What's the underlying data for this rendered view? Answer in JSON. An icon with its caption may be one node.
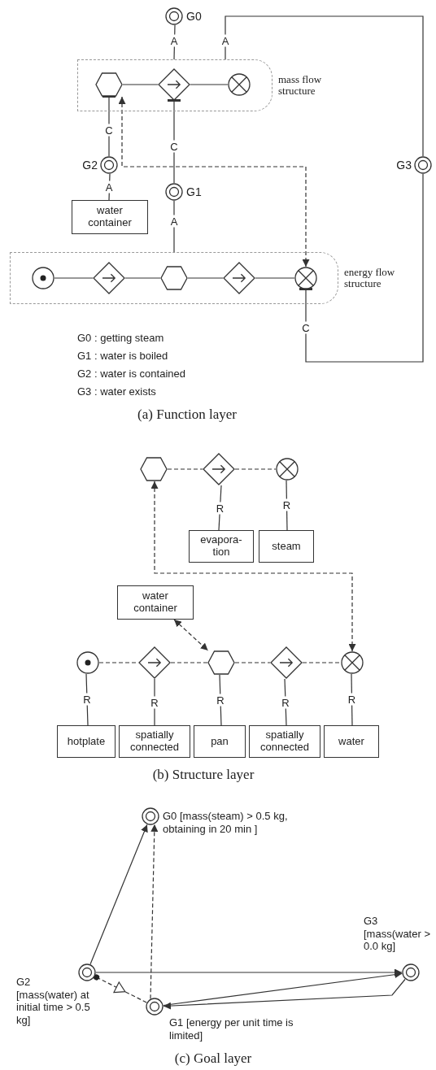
{
  "diagram": {
    "nodes": [
      {
        "text": [],
        "shape": "ring",
        "beside": [
          "G0"
        ]
      },
      {
        "text": [
          "mass flow structure"
        ]
      },
      {
        "text": [],
        "shape": "hexagon",
        "in": 1
      },
      {
        "text": [],
        "shape": "diamond",
        "in": 1
      },
      {
        "text": [],
        "shape": "cross-circle",
        "in": 1
      },
      {
        "text": [],
        "shape": "ring",
        "beside": [
          "G2"
        ]
      },
      {
        "text": [],
        "shape": "ring",
        "beside": [
          "G1"
        ]
      },
      {
        "text": [],
        "shape": "ring",
        "beside": [
          "G3"
        ]
      },
      {
        "text": [
          "water container"
        ]
      },
      {
        "text": [
          "energy flow structure"
        ]
      },
      {
        "text": [],
        "shape": "dot-circle",
        "in": 9
      },
      {
        "text": [],
        "shape": "diamond",
        "in": 9
      },
      {
        "text": [],
        "shape": "hexagon",
        "in": 9
      },
      {
        "text": [],
        "shape": "diamond",
        "in": 9
      },
      {
        "text": [],
        "shape": "cross-circle",
        "in": 9
      },
      {
        "text": [],
        "shape": "hexagon"
      },
      {
        "text": [],
        "shape": "diamond"
      },
      {
        "text": [],
        "shape": "cross-circle"
      },
      {
        "text": [
          "evapora- tion"
        ]
      },
      {
        "text": [
          "steam"
        ]
      },
      {
        "text": [
          "water container"
        ]
      },
      {
        "text": [],
        "shape": "dot-circle"
      },
      {
        "text": [],
        "shape": "diamond"
      },
      {
        "text": [],
        "shape": "hexagon"
      },
      {
        "text": [],
        "shape": "diamond"
      },
      {
        "text": [],
        "shape": "cross-circle"
      },
      {
        "text": [
          "hotplate"
        ]
      },
      {
        "text": [
          "spatially connected"
        ]
      },
      {
        "text": [
          "pan"
        ]
      },
      {
        "text": [
          "spatially connected"
        ]
      },
      {
        "text": [
          "water"
        ]
      },
      {
        "text": [],
        "shape": "ring",
        "beside": [
          "G0 [mass(steam) > 0.5 kg, obtaining in 20 min ]"
        ]
      },
      {
        "text": [],
        "shape": "ring",
        "beside": [
          "G3 [mass(water > 0.0 kg]"
        ]
      },
      {
        "text": [],
        "shape": "ring",
        "beside": [
          "G2 [mass(water) at initial time > 0.5 kg]"
        ]
      },
      {
        "text": [],
        "shape": "ring",
        "beside": [
          "G1 [energy per unit time is limited]"
        ]
      }
    ],
    "edges": [
      {
        "from": 1,
        "to": 0,
        "arrow": "none",
        "label": "A"
      },
      {
        "from": 7,
        "to": 1,
        "arrow": "none",
        "label": "A"
      },
      {
        "from": 2,
        "to": 3,
        "arrow": "none"
      },
      {
        "from": 3,
        "to": 4,
        "arrow": "none"
      },
      {
        "from": 5,
        "to": 2,
        "arrow": "other",
        "label": "C"
      },
      {
        "from": 6,
        "to": 3,
        "arrow": "other",
        "label": "C"
      },
      {
        "from": 8,
        "to": 5,
        "arrow": "none",
        "label": "A"
      },
      {
        "from": 9,
        "to": 6,
        "arrow": "none",
        "label": "A"
      },
      {
        "from": 2,
        "to": 14,
        "arrow": "both",
        "style": "dashed"
      },
      {
        "from": 7,
        "to": 14,
        "arrow": "other",
        "label": "C"
      },
      {
        "from": 10,
        "to": 11,
        "arrow": "none"
      },
      {
        "from": 11,
        "to": 12,
        "arrow": "none"
      },
      {
        "from": 12,
        "to": 13,
        "arrow": "none"
      },
      {
        "from": 13,
        "to": 14,
        "arrow": "none"
      },
      {
        "from": 15,
        "to": 16,
        "arrow": "none",
        "style": "dashed"
      },
      {
        "from": 16,
        "to": 17,
        "arrow": "none",
        "style": "dashed"
      },
      {
        "from": 16,
        "to": 18,
        "arrow": "none",
        "label": "R"
      },
      {
        "from": 17,
        "to": 19,
        "arrow": "none",
        "label": "R"
      },
      {
        "from": 15,
        "to": 25,
        "arrow": "both",
        "style": "dashed"
      },
      {
        "from": 20,
        "to": 23,
        "arrow": "both",
        "style": "dashed"
      },
      {
        "from": 21,
        "to": 22,
        "arrow": "none",
        "style": "dashed"
      },
      {
        "from": 22,
        "to": 23,
        "arrow": "none",
        "style": "dashed"
      },
      {
        "from": 23,
        "to": 24,
        "arrow": "none",
        "style": "dashed"
      },
      {
        "from": 24,
        "to": 25,
        "arrow": "none",
        "style": "dashed"
      },
      {
        "from": 21,
        "to": 26,
        "arrow": "none",
        "label": "R"
      },
      {
        "from": 22,
        "to": 27,
        "arrow": "none",
        "label": "R"
      },
      {
        "from": 23,
        "to": 28,
        "arrow": "none",
        "label": "R"
      },
      {
        "from": 24,
        "to": 29,
        "arrow": "none",
        "label": "R"
      },
      {
        "from": 25,
        "to": 30,
        "arrow": "none",
        "label": "R"
      },
      {
        "from": 33,
        "to": 31,
        "arrow": "to"
      },
      {
        "from": 34,
        "to": 31,
        "arrow": "to",
        "style": "dashed"
      },
      {
        "from": 33,
        "to": 32,
        "arrow": "to"
      },
      {
        "from": 34,
        "to": 32,
        "arrow": "to"
      },
      {
        "from": 32,
        "to": 34,
        "arrow": "to"
      },
      {
        "from": 34,
        "to": 33,
        "arrow": "other",
        "style": "dashed"
      }
    ],
    "labels": [
      "G0 : getting steam",
      "G1 : water is boiled",
      "G2 : water is contained",
      "G3 : water exists",
      "(a) Function layer",
      "(b) Structure layer",
      "(c) Goal layer"
    ]
  }
}
